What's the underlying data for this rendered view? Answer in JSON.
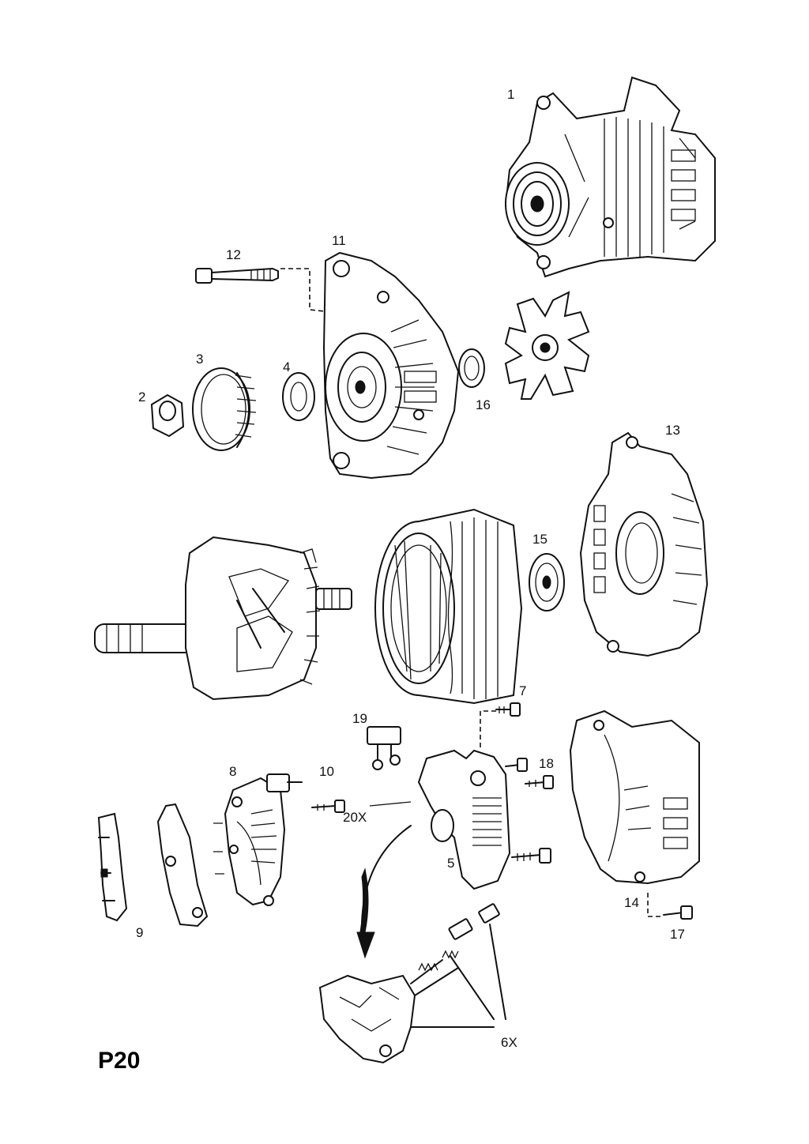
{
  "page_code": "P20",
  "callouts": {
    "c1": "1",
    "c2": "2",
    "c3": "3",
    "c4": "4",
    "c5": "5",
    "c6x": "6X",
    "c7": "7",
    "c8": "8",
    "c9": "9",
    "c10": "10",
    "c11": "11",
    "c12": "12",
    "c13": "13",
    "c14": "14",
    "c15": "15",
    "c16": "16",
    "c17": "17",
    "c18": "18",
    "c19": "19",
    "c20x": "20X"
  },
  "colors": {
    "line": "#111111",
    "paper": "#ffffff"
  }
}
